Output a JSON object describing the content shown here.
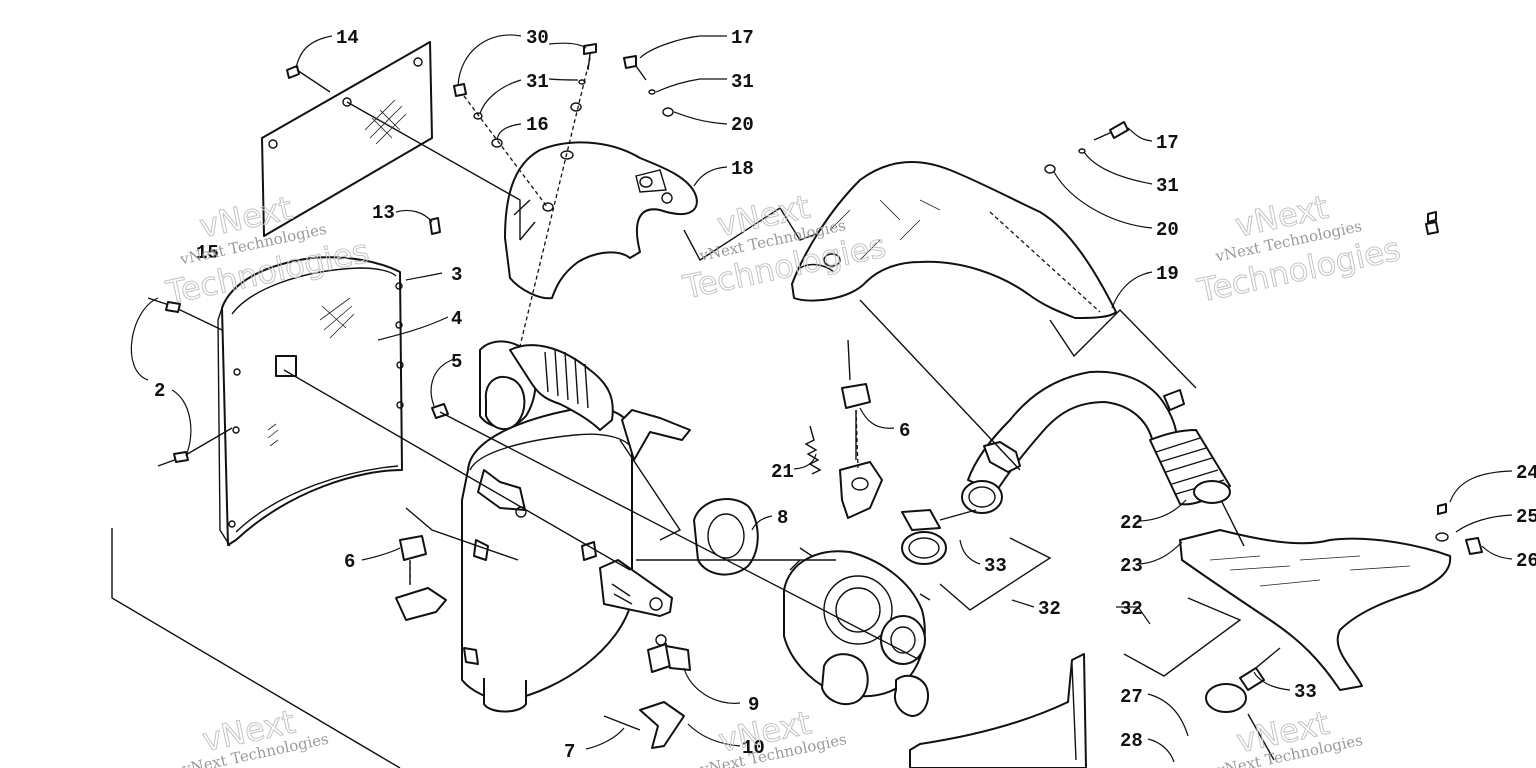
{
  "watermark": {
    "line1": "vNext Technologies",
    "line2": "vNext",
    "line3": "Technologies"
  },
  "callouts": {
    "c2": "2",
    "c3": "3",
    "c4": "4",
    "c5": "5",
    "c6a": "6",
    "c6b": "6",
    "c7": "7",
    "c8": "8",
    "c9": "9",
    "c10": "10",
    "c13": "13",
    "c14": "14",
    "c15": "15",
    "c16": "16",
    "c17a": "17",
    "c17b": "17",
    "c18": "18",
    "c19": "19",
    "c20a": "20",
    "c20b": "20",
    "c21": "21",
    "c22": "22",
    "c23": "23",
    "c24": "24",
    "c25": "25",
    "c26": "26",
    "c27": "27",
    "c28": "28",
    "c30": "30",
    "c31a": "31",
    "c31b": "31",
    "c31c": "31",
    "c32a": "32",
    "c32b": "32",
    "c33a": "33",
    "c33b": "33"
  },
  "colors": {
    "line": "#111111",
    "watermark": "#b0b0b0",
    "background": "#ffffff"
  }
}
